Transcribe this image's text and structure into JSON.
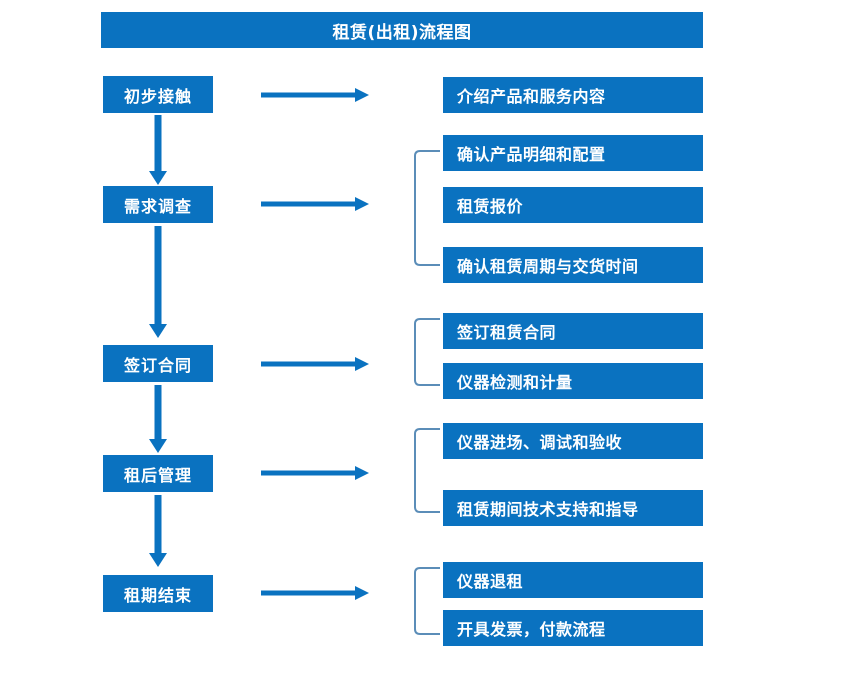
{
  "title": "租赁(出租)流程图",
  "colors": {
    "box_blue": "#0a72c0",
    "arrow_blue": "#0a72c0",
    "bracket_blue": "#5b8db8",
    "text_white": "#ffffff",
    "background": "#ffffff"
  },
  "stages": [
    {
      "id": "stage-1",
      "label": "初步接触"
    },
    {
      "id": "stage-2",
      "label": "需求调查"
    },
    {
      "id": "stage-3",
      "label": "签订合同"
    },
    {
      "id": "stage-4",
      "label": "租后管理"
    },
    {
      "id": "stage-5",
      "label": "租期结束"
    }
  ],
  "groups": [
    {
      "stage": "初步接触",
      "has_bracket": false,
      "details": [
        {
          "label": "介绍产品和服务内容"
        }
      ]
    },
    {
      "stage": "需求调查",
      "has_bracket": true,
      "details": [
        {
          "label": "确认产品明细和配置"
        },
        {
          "label": "租赁报价"
        },
        {
          "label": "确认租赁周期与交货时间"
        }
      ]
    },
    {
      "stage": "签订合同",
      "has_bracket": true,
      "details": [
        {
          "label": "签订租赁合同"
        },
        {
          "label": "仪器检测和计量"
        }
      ]
    },
    {
      "stage": "租后管理",
      "has_bracket": true,
      "details": [
        {
          "label": "仪器进场、调试和验收"
        },
        {
          "label": "租赁期间技术支持和指导"
        }
      ]
    },
    {
      "stage": "租期结束",
      "has_bracket": true,
      "details": [
        {
          "label": "仪器退租"
        },
        {
          "label": "开具发票，付款流程"
        }
      ]
    }
  ],
  "connectors": {
    "vertical_arrow": "down-arrow-icon",
    "horizontal_arrow": "right-arrow-icon",
    "group_bracket": "left-bracket-icon"
  }
}
